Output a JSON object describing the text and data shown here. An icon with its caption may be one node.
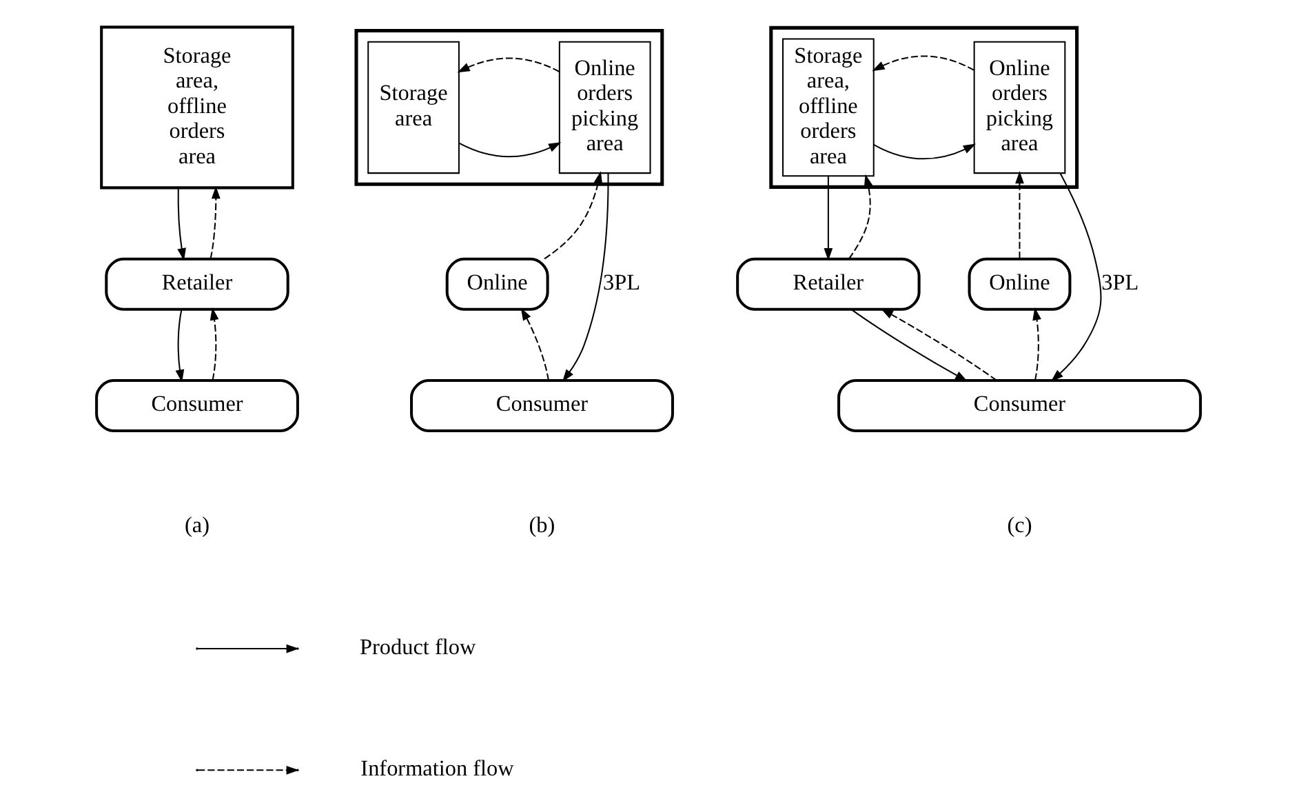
{
  "diagram": {
    "nodes": [
      {
        "text": [
          "Storage area, offline orders area"
        ]
      },
      {
        "text": [
          "Retailer"
        ]
      },
      {
        "text": [
          "Consumer"
        ]
      },
      {
        "text": [],
        "shape": "box"
      },
      {
        "text": [
          "Storage area"
        ],
        "in": 3
      },
      {
        "text": [
          "Online orders picking area"
        ],
        "in": 3
      },
      {
        "text": [
          "Online"
        ]
      },
      {
        "text": [
          "Consumer"
        ]
      },
      {
        "text": [],
        "shape": "box"
      },
      {
        "text": [
          "Storage area, offline orders area"
        ],
        "in": 8
      },
      {
        "text": [
          "Online orders picking area"
        ],
        "in": 8
      },
      {
        "text": [
          "Retailer"
        ]
      },
      {
        "text": [
          "Online"
        ]
      },
      {
        "text": [
          "Consumer"
        ]
      }
    ],
    "edges": [
      {
        "from": 0,
        "to": 1,
        "arrow": "to"
      },
      {
        "from": 1,
        "to": 0,
        "arrow": "to",
        "style": "dashed"
      },
      {
        "from": 1,
        "to": 2,
        "arrow": "to"
      },
      {
        "from": 2,
        "to": 1,
        "arrow": "to",
        "style": "dashed"
      },
      {
        "from": 4,
        "to": 5,
        "arrow": "to"
      },
      {
        "from": 5,
        "to": 4,
        "arrow": "to",
        "style": "dashed"
      },
      {
        "from": 5,
        "to": 7,
        "arrow": "to",
        "label": "3PL"
      },
      {
        "from": 6,
        "to": 5,
        "arrow": "to",
        "style": "dashed"
      },
      {
        "from": 7,
        "to": 6,
        "arrow": "to",
        "style": "dashed"
      },
      {
        "from": 9,
        "to": 10,
        "arrow": "to"
      },
      {
        "from": 10,
        "to": 9,
        "arrow": "to",
        "style": "dashed"
      },
      {
        "from": 11,
        "to": 9,
        "arrow": "to",
        "style": "dashed"
      },
      {
        "from": 9,
        "to": 11,
        "arrow": "to"
      },
      {
        "from": 10,
        "to": 13,
        "arrow": "to",
        "label": "3PL"
      },
      {
        "from": 12,
        "to": 10,
        "arrow": "to",
        "style": "dashed"
      },
      {
        "from": 13,
        "to": 11,
        "arrow": "to",
        "style": "dashed"
      },
      {
        "from": 11,
        "to": 13,
        "arrow": "to"
      },
      {
        "from": 13,
        "to": 12,
        "arrow": "to",
        "style": "dashed"
      }
    ],
    "labels": [
      "(a)",
      "(b)",
      "(c)"
    ],
    "legend": [
      {
        "text": "Product flow"
      },
      {
        "text": "Information flow"
      }
    ]
  }
}
